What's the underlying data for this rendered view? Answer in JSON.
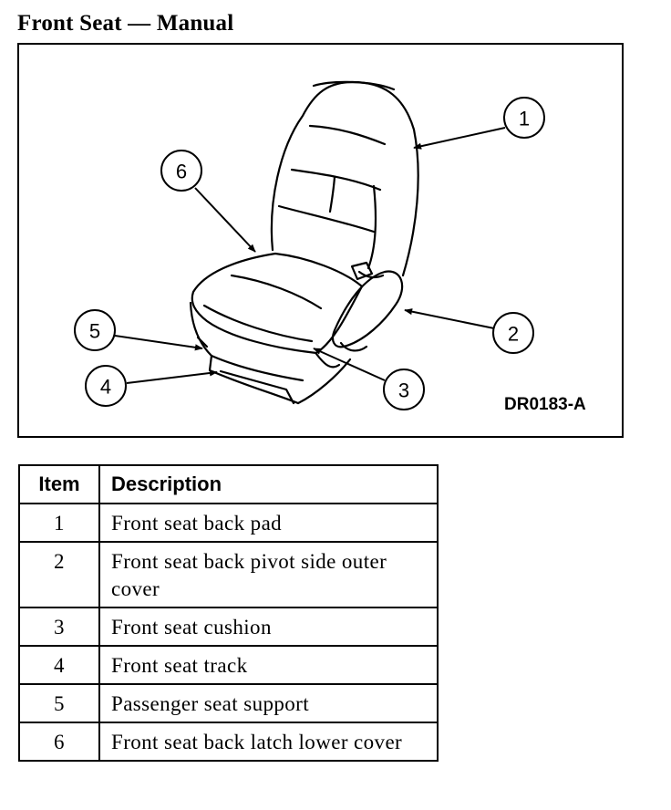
{
  "title": "Front Seat — Manual",
  "figure": {
    "code": "DR0183-A",
    "callouts": [
      "1",
      "2",
      "3",
      "4",
      "5",
      "6"
    ]
  },
  "table": {
    "headers": [
      "Item",
      "Description"
    ],
    "rows": [
      {
        "item": "1",
        "description": "Front seat back pad"
      },
      {
        "item": "2",
        "description": "Front seat back pivot side outer cover"
      },
      {
        "item": "3",
        "description": "Front seat cushion"
      },
      {
        "item": "4",
        "description": "Front seat track"
      },
      {
        "item": "5",
        "description": "Passenger seat support"
      },
      {
        "item": "6",
        "description": "Front seat back latch lower cover"
      }
    ]
  }
}
